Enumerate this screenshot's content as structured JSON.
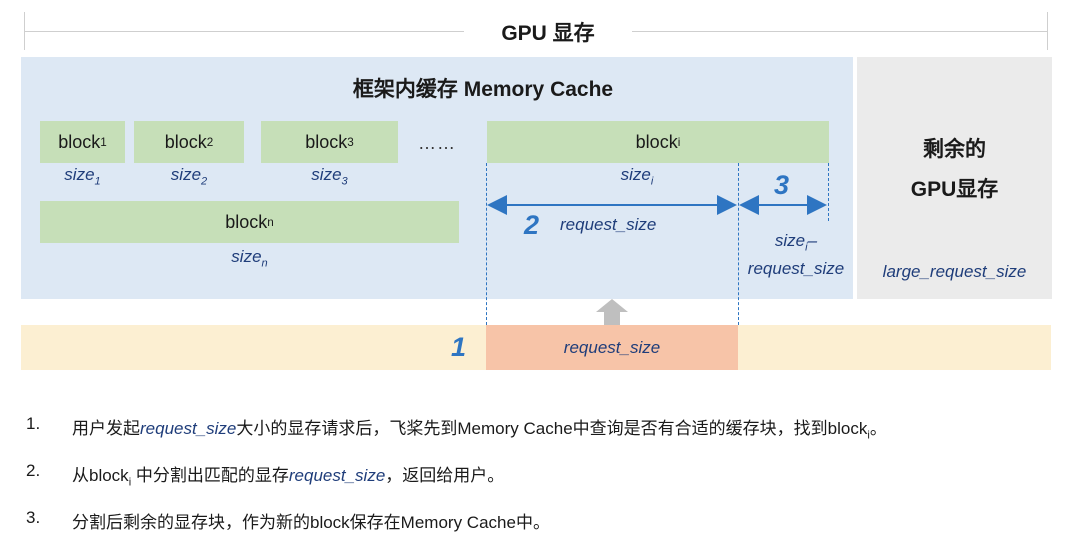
{
  "header": {
    "title": "GPU 显存"
  },
  "cache": {
    "title": "框架内缓存 Memory Cache",
    "blocks": [
      {
        "label": "block",
        "sub": "1",
        "size": "size",
        "size_sub": "1"
      },
      {
        "label": "block",
        "sub": "2",
        "size": "size",
        "size_sub": "2"
      },
      {
        "label": "block",
        "sub": "3",
        "size": "size",
        "size_sub": "3"
      },
      {
        "label": "block",
        "sub": "i",
        "size": "size",
        "size_sub": "i"
      },
      {
        "label": "block",
        "sub": "n",
        "size": "size",
        "size_sub": "n"
      }
    ],
    "ellipsis": "……",
    "step2": {
      "num": "2",
      "label": "request_size"
    },
    "step3": {
      "num": "3",
      "label_a": "size",
      "label_sub": "i",
      "label_dash": "–",
      "label_b": "request_size"
    }
  },
  "remaining": {
    "title_line1": "剩余的",
    "title_line2": "GPU显存",
    "label": "large_request_size"
  },
  "request": {
    "num": "1",
    "label": "request_size"
  },
  "notes": [
    {
      "num": "1.",
      "pre": "用户发起",
      "it": "request_size",
      "post": "大小的显存请求后，飞桨先到Memory Cache中查询是否有合适的缓存块，找到block",
      "sub": "i",
      "end": "。"
    },
    {
      "num": "2.",
      "pre": "从block",
      "sub": "i",
      "mid": " 中分割出匹配的显存",
      "it": "request_size",
      "post": "，返回给用户。"
    },
    {
      "num": "3.",
      "text": "分割后剩余的显存块，作为新的block保存在Memory Cache中。"
    }
  ],
  "colors": {
    "cache_bg": "#dde8f4",
    "block_bg": "#c6dfb8",
    "remain_bg": "#ebebeb",
    "bottom_bg": "#fcefd2",
    "request_bg": "#f7c4a8",
    "accent_blue": "#2e75c2",
    "label_navy": "#1f3d7a",
    "arrow_gray": "#bfbfbf"
  }
}
